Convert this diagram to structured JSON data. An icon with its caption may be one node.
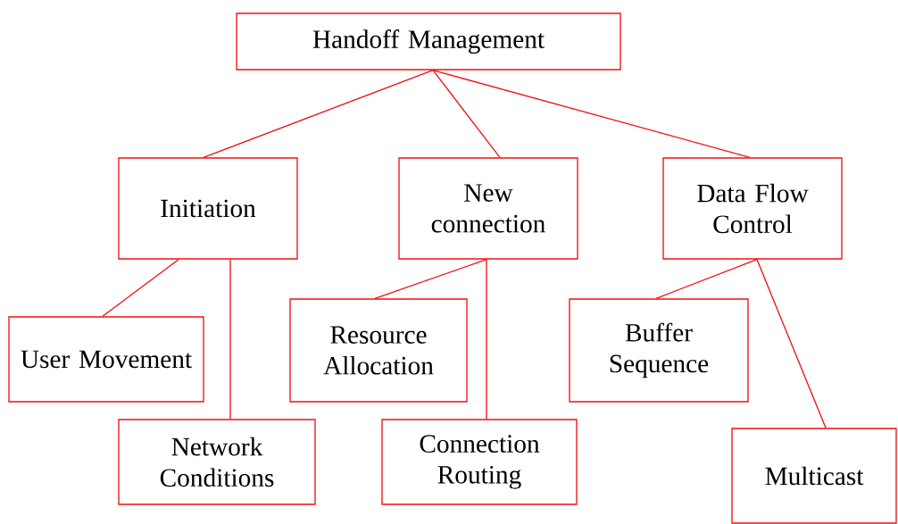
{
  "diagram": {
    "nodes": [
      {
        "text": [
          "Handoff Management"
        ]
      },
      {
        "text": [
          "Initiation"
        ]
      },
      {
        "text": [
          "New connection"
        ]
      },
      {
        "text": [
          "Data Flow Control"
        ]
      },
      {
        "text": [
          "User Movement"
        ]
      },
      {
        "text": [
          "Network Conditions"
        ]
      },
      {
        "text": [
          "Resource Allocation"
        ]
      },
      {
        "text": [
          "Connection Routing"
        ]
      },
      {
        "text": [
          "Buffer Sequence"
        ]
      },
      {
        "text": [
          "Multicast"
        ]
      }
    ],
    "edges": [
      {
        "from": 0,
        "to": 1,
        "arrow": "none"
      },
      {
        "from": 0,
        "to": 2,
        "arrow": "none"
      },
      {
        "from": 0,
        "to": 3,
        "arrow": "none"
      },
      {
        "from": 1,
        "to": 4,
        "arrow": "none"
      },
      {
        "from": 1,
        "to": 5,
        "arrow": "none"
      },
      {
        "from": 2,
        "to": 6,
        "arrow": "none"
      },
      {
        "from": 2,
        "to": 7,
        "arrow": "none"
      },
      {
        "from": 3,
        "to": 8,
        "arrow": "none"
      },
      {
        "from": 3,
        "to": 9,
        "arrow": "none"
      }
    ]
  }
}
